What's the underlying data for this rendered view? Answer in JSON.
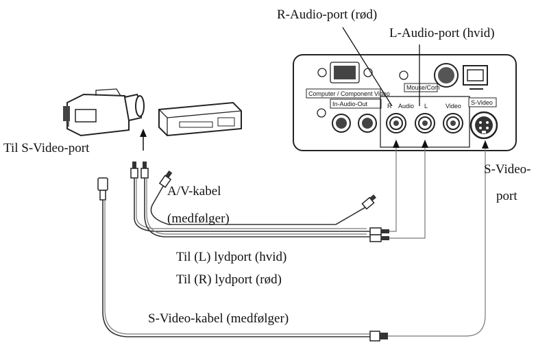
{
  "labels": {
    "r_audio_port": "R-Audio-port (rød)",
    "l_audio_port": "L-Audio-port (hvid)",
    "til_s_video_port": "Til S-Video-port",
    "s_video_port_line1": "S-Video-",
    "s_video_port_line2": "port",
    "av_cable_line1": "A/V-kabel",
    "av_cable_line2": "(medfølger)",
    "til_l_lydport": "Til (L) lydport (hvid)",
    "til_r_lydport": "Til (R) lydport (rød)",
    "s_video_cable": "S-Video-kabel (medfølger)"
  },
  "panel": {
    "computer_component_video": "Computer / Component Video",
    "in_audio_out": "In-Audio-Out",
    "r": "R",
    "audio": "Audio",
    "l": "L",
    "video": "Video",
    "s_video": "S-Video",
    "mouse_com": "Mouse/Com"
  }
}
